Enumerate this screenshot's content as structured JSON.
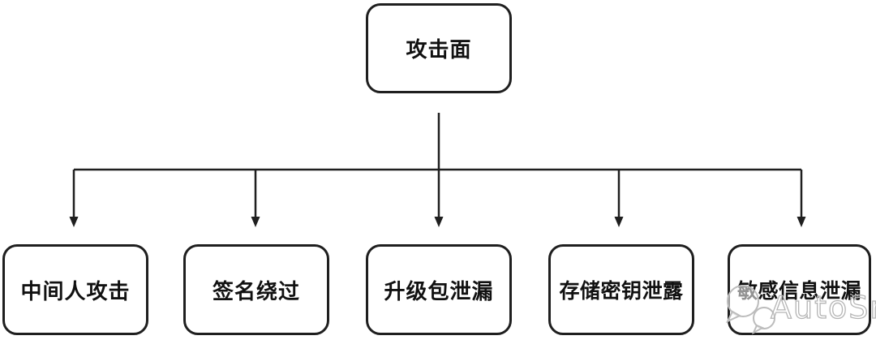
{
  "diagram": {
    "root": {
      "label": "攻击面"
    },
    "children": [
      {
        "label": "中间人攻击"
      },
      {
        "label": "签名绕过"
      },
      {
        "label": "升级包泄漏"
      },
      {
        "label": "存储密钥泄露"
      },
      {
        "label": "敏感信息泄漏"
      }
    ],
    "colors": {
      "node_border": "#1f1f1f",
      "node_fill": "#ffffff",
      "connector": "#1f1f1f",
      "text": "#111111",
      "watermark": "#bcbcbc"
    }
  },
  "watermark": {
    "text": "AutoSrc",
    "logo_icon": "chat-bubbles-icon"
  }
}
